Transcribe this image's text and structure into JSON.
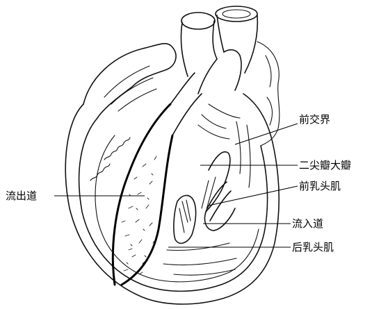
{
  "labels": {
    "anterior_junction": "前交界",
    "mitral_large_leaflet": "二尖瓣大瓣",
    "anterior_papillary": "前乳头肌",
    "outflow_tract": "流出道",
    "inflow_tract": "流入道",
    "posterior_papillary": "后乳头肌"
  },
  "colors": {
    "ink": "#111111",
    "background": "#ffffff"
  }
}
